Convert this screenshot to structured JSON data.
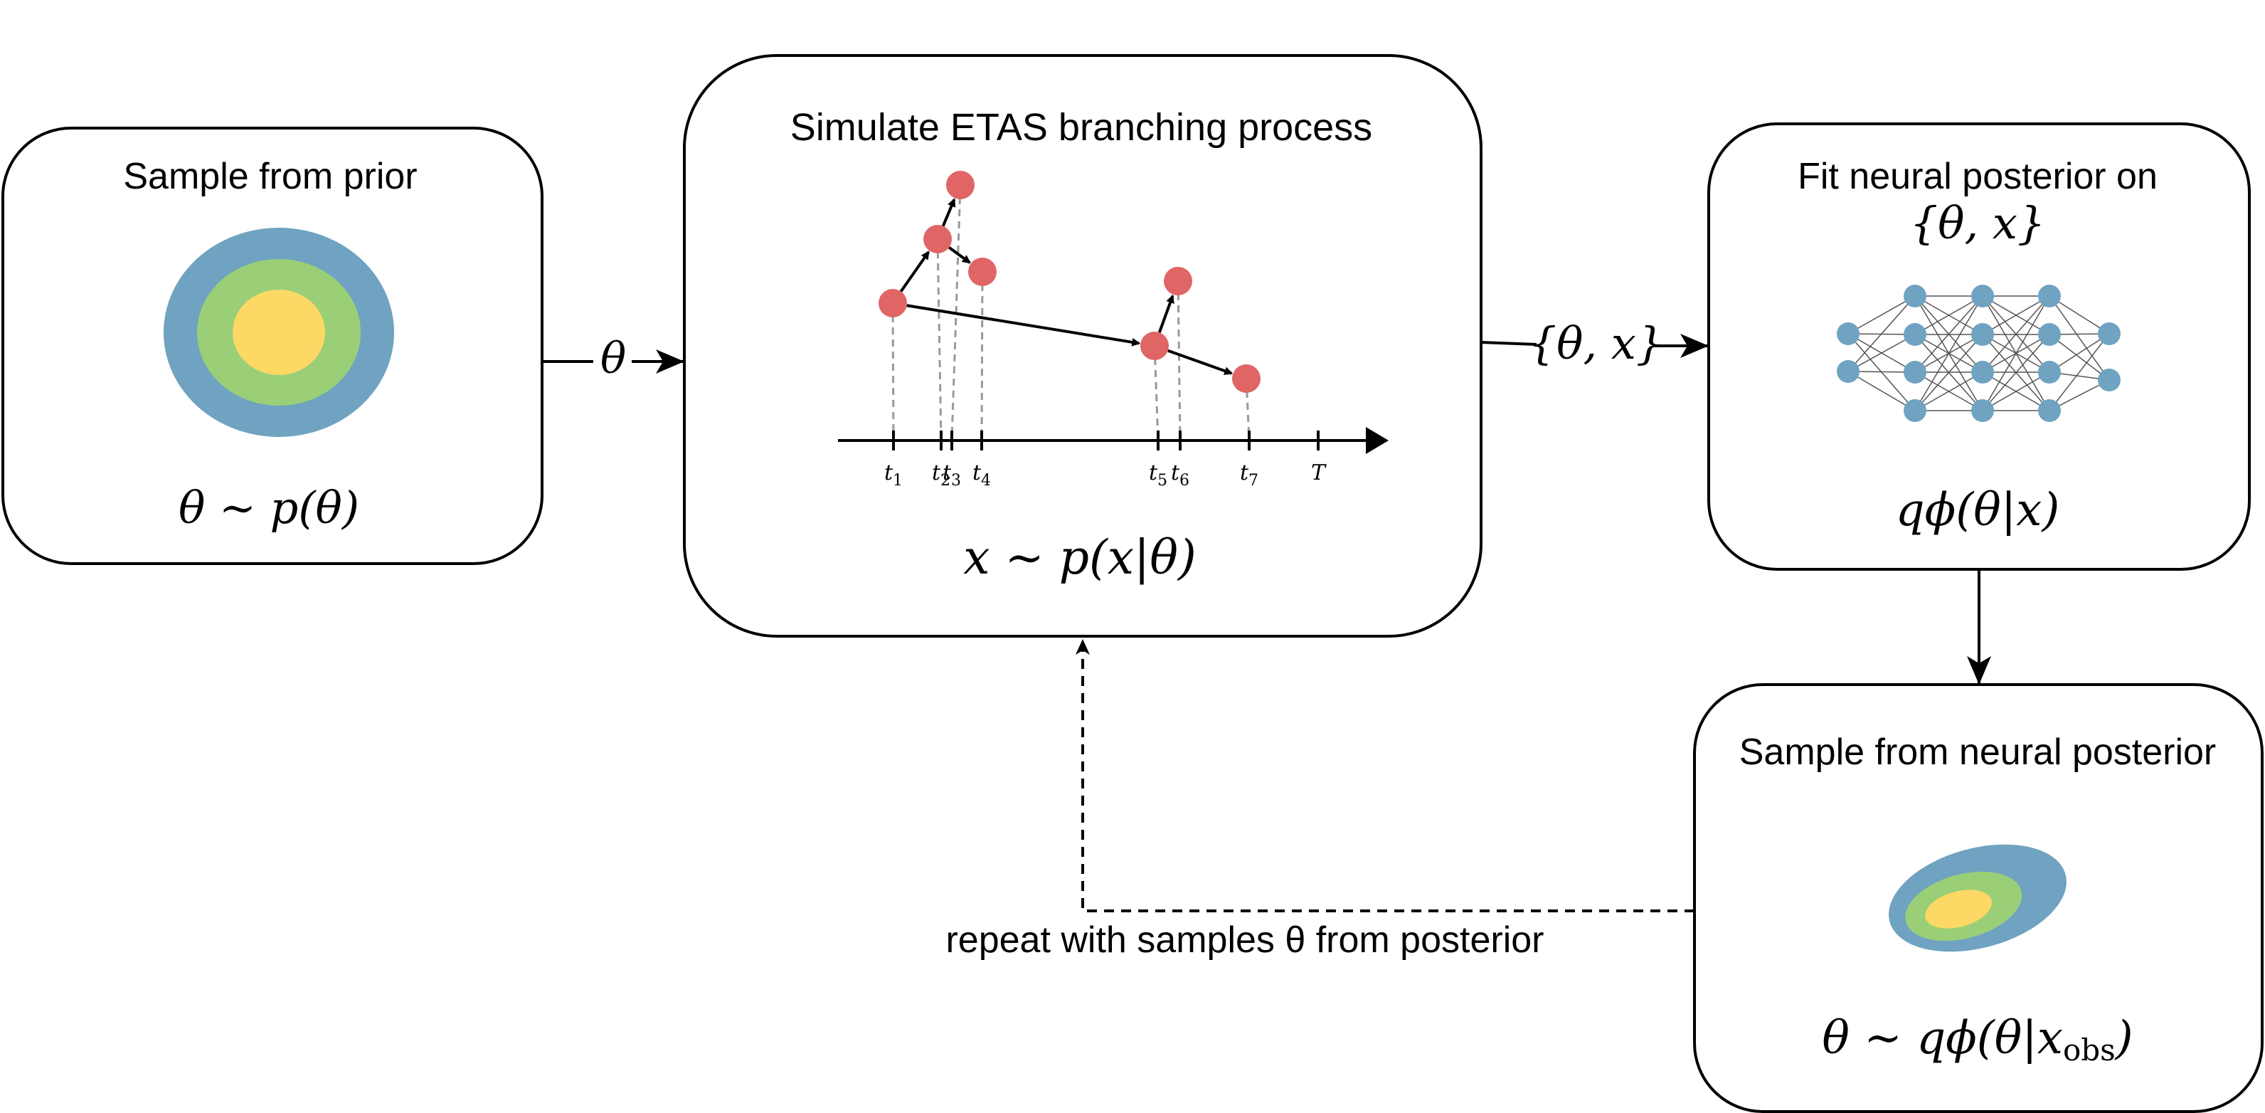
{
  "boxes": {
    "prior": {
      "title": "Sample from prior",
      "formula": "θ ∼ p(θ)"
    },
    "simulate": {
      "title": "Simulate ETAS branching process",
      "formula": "x ∼ p(x|θ)",
      "tick_labels": [
        "t1",
        "t2",
        "t3",
        "t4",
        "t5",
        "t6",
        "t7",
        "T"
      ],
      "tick_label_parts": [
        {
          "base": "t",
          "sub": "1"
        },
        {
          "base": "t",
          "sub": "2"
        },
        {
          "base": "t",
          "sub": "3"
        },
        {
          "base": "t",
          "sub": "4"
        },
        {
          "base": "t",
          "sub": "5"
        },
        {
          "base": "t",
          "sub": "6"
        },
        {
          "base": "t",
          "sub": "7"
        },
        {
          "base": "T",
          "sub": ""
        }
      ]
    },
    "fit": {
      "title_line1": "Fit neural posterior on",
      "title_line2": "{θ, x}",
      "formula": "qϕ(θ|x)"
    },
    "neural_sample": {
      "title": "Sample from neural posterior",
      "formula": "θ ∼ qϕ(θ|xobs)"
    }
  },
  "arrows": {
    "prior_to_sim_label": "θ",
    "sim_to_fit_label": "{θ, x}",
    "loop_label": "repeat with samples θ from posterior"
  },
  "colors": {
    "outer_blue": "#6fa3c1",
    "middle_green": "#9acf77",
    "inner_yellow": "#fdd865",
    "event_red": "#e06666",
    "nn_node": "#6fa3c1",
    "line": "#000000",
    "dashed_gray": "#999999"
  }
}
